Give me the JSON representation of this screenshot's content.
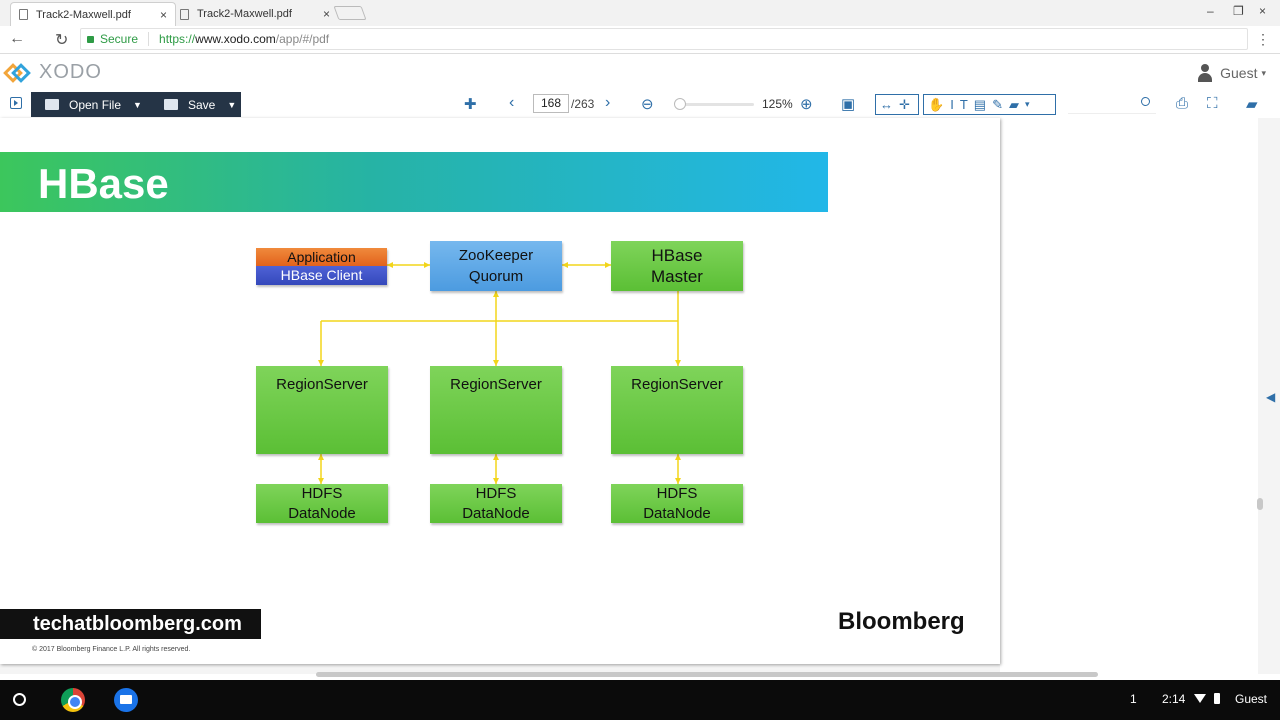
{
  "browser": {
    "tabs": [
      {
        "title": "Track2-Maxwell.pdf",
        "active": true
      },
      {
        "title": "Track2-Maxwell.pdf",
        "active": false
      }
    ],
    "close_glyph": "×",
    "window_controls": [
      "–",
      "❐",
      "×"
    ],
    "secure_label": "Secure",
    "url": {
      "scheme": "https://",
      "host": "www.xodo.com",
      "path": "/app/#/pdf"
    },
    "accent_secure": "#2e9b45"
  },
  "app": {
    "logo_text": "XODO",
    "user_label": "Guest",
    "open_file_label": "Open File",
    "save_label": "Save",
    "page_current": "168",
    "page_total": "/263",
    "zoom_level": "125%",
    "zoom_slider_fraction": 0.0,
    "accent": "#2f6fa8"
  },
  "slide": {
    "title": "HBase",
    "app_top": "Application",
    "app_bottom": "HBase Client",
    "zookeeper": [
      "ZooKeeper",
      "Quorum"
    ],
    "master": [
      "HBase",
      "Master"
    ],
    "region_servers": [
      "RegionServer",
      "RegionServer",
      "RegionServer"
    ],
    "datanodes": [
      [
        "HDFS",
        "DataNode"
      ],
      [
        "HDFS",
        "DataNode"
      ],
      [
        "HDFS",
        "DataNode"
      ]
    ],
    "footer_site": "techatbloomberg.com",
    "copyright": "© 2017 Bloomberg Finance L.P.   All rights reserved.",
    "brand": "Bloomberg",
    "colors": {
      "green": "#5bbf35",
      "blue": "#4c9be0",
      "orange": "#e2621c",
      "client_blue": "#3448bb",
      "connector": "#f2d51b"
    }
  },
  "shelf": {
    "notification_count": "1",
    "time": "2:14",
    "user": "Guest"
  }
}
